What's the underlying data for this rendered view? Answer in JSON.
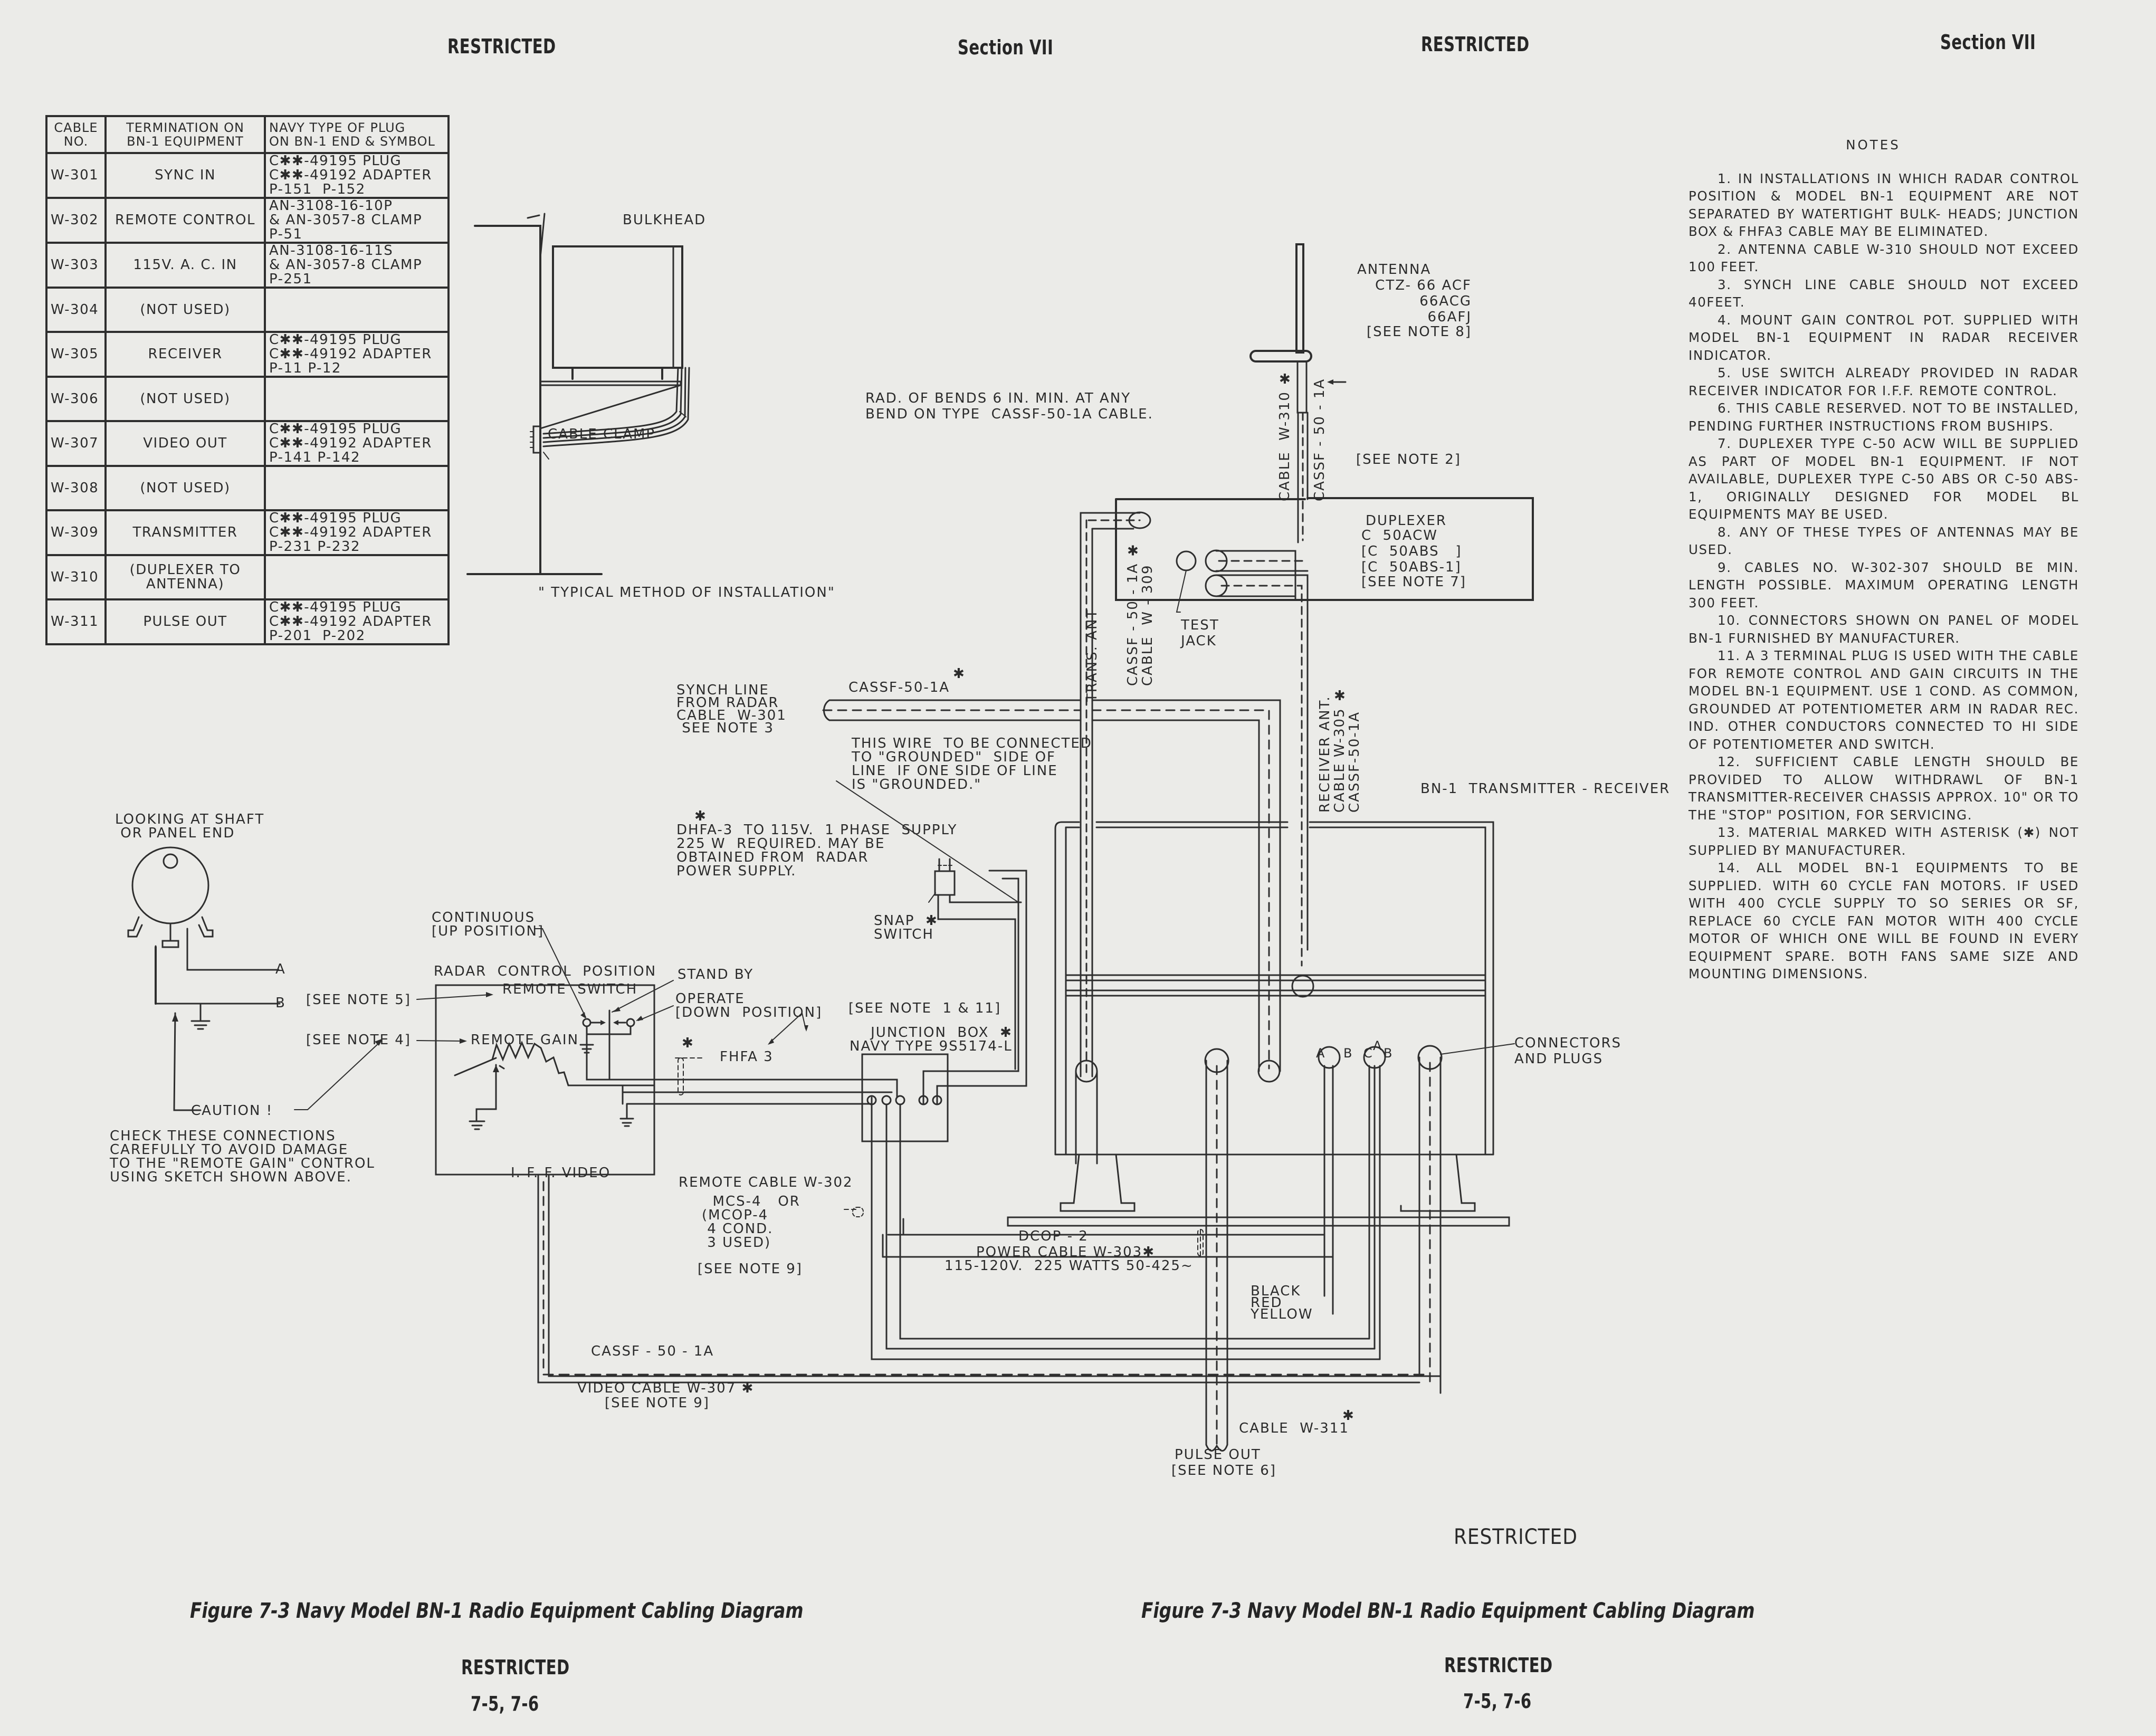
{
  "page_headers": {
    "left_classification": "RESTRICTED",
    "left_section": "Section VII",
    "right_classification": "RESTRICTED",
    "right_section": "Section VII"
  },
  "cable_table": {
    "headers": [
      "CABLE\nNO.",
      "TERMINATION ON\nBN-1 EQUIPMENT",
      "NAVY TYPE OF PLUG\nON BN-1 END & SYMBOL"
    ],
    "rows": [
      {
        "cable": "W-301",
        "termination": "SYNC IN",
        "plug": "C✱✱-49195 PLUG\nC✱✱-49192 ADAPTER\nP-151  P-152"
      },
      {
        "cable": "W-302",
        "termination": "REMOTE CONTROL",
        "plug": "AN-3108-16-10P\n& AN-3057-8 CLAMP\nP-51"
      },
      {
        "cable": "W-303",
        "termination": "115V. A. C. IN",
        "plug": "AN-3108-16-11S\n& AN-3057-8 CLAMP\nP-251"
      },
      {
        "cable": "W-304",
        "termination": "(NOT USED)",
        "plug": ""
      },
      {
        "cable": "W-305",
        "termination": "RECEIVER",
        "plug": "C✱✱-49195 PLUG\nC✱✱-49192 ADAPTER\nP-11 P-12"
      },
      {
        "cable": "W-306",
        "termination": "(NOT USED)",
        "plug": ""
      },
      {
        "cable": "W-307",
        "termination": "VIDEO OUT",
        "plug": "C✱✱-49195 PLUG\nC✱✱-49192 ADAPTER\nP-141 P-142"
      },
      {
        "cable": "W-308",
        "termination": "(NOT USED)",
        "plug": ""
      },
      {
        "cable": "W-309",
        "termination": "TRANSMITTER",
        "plug": "C✱✱-49195 PLUG\nC✱✱-49192 ADAPTER\nP-231 P-232"
      },
      {
        "cable": "W-310",
        "termination": "(DUPLEXER TO\nANTENNA)",
        "plug": ""
      },
      {
        "cable": "W-311",
        "termination": "PULSE OUT",
        "plug": "C✱✱-49195 PLUG\nC✱✱-49192 ADAPTER\nP-201  P-202"
      }
    ]
  },
  "installation_sketch": {
    "bulkhead": "BULKHEAD",
    "bend_note": "RAD. OF BENDS 6 IN. MIN. AT ANY\nBEND ON TYPE  CASSF-50-1A CABLE.",
    "cable_clamp": "CABLE CLAMP",
    "caption": "\" TYPICAL METHOD OF INSTALLATION\""
  },
  "antenna": {
    "title": "ANTENNA",
    "types": "CTZ- 66 ACF\n66ACG\n66AFJ",
    "note_ref": "[SEE NOTE 8]",
    "cable_left": "CABLE  W-310 ✱",
    "cable_right": "CASSF - 50 - 1A",
    "note2_ref": "[SEE NOTE 2]"
  },
  "duplexer": {
    "title": "DUPLEXER",
    "types": "C  50ACW\n[C  50ABS   ]\n[C  50ABS-1]",
    "note_ref": "[SEE NOTE 7]",
    "test_jack": "TEST\nJACK"
  },
  "trans_ant": {
    "label": "TRANS. ANT",
    "cable_a": "CASSF - 50 - 1A ✱",
    "cable_b": "CABLE  W - 309"
  },
  "receiver_ant": {
    "line1": "RECEIVER ANT.",
    "line2": "CABLE W-305 ✱",
    "line3": "CASSF-50-1A"
  },
  "transmitter_receiver": "BN-1  TRANSMITTER - RECEIVER",
  "connectors_label": "CONNECTORS\nAND PLUGS",
  "connector_pins": {
    "left": [
      "A",
      "B"
    ],
    "right": [
      "C",
      "A",
      "B"
    ]
  },
  "synch_line": {
    "label": "SYNCH LINE\nFROM RADAR\nCABLE  W-301\n SEE NOTE 3",
    "cable": "CASSF-50-1A",
    "asterisk": "✱"
  },
  "grounded_note": "THIS WIRE  TO BE CONNECTED\nTO \"GROUNDED\"  SIDE OF\nLINE  IF ONE SIDE OF LINE\nIS \"GROUNDED.\"",
  "power_supply_note": "DHFA-3  TO 115V.  1 PHASE  SUPPLY\n225 W  REQUIRED. MAY BE\nOBTAINED FROM  RADAR\nPOWER SUPPLY.",
  "snap_switch": "SNAP  ✱\nSWITCH",
  "potentiometer": {
    "title": "LOOKING AT SHAFT\n OR PANEL END",
    "terminal_a": "A",
    "terminal_b": "B",
    "caution": "CAUTION !",
    "caution_text": "CHECK THESE CONNECTIONS\nCAREFULLY TO AVOID DAMAGE\nTO THE \"REMOTE GAIN\" CONTROL\nUSING SKETCH SHOWN ABOVE."
  },
  "radar_control": {
    "title": "RADAR  CONTROL  POSITION",
    "remote_switch": "REMOTE  SWITCH",
    "remote_gain": "REMOTE GAIN",
    "iff_video": "I. F. F. VIDEO",
    "continuous": "CONTINUOUS\n[UP POSITION]",
    "stand_by": "STAND BY",
    "operate": "OPERATE\n[DOWN  POSITION]",
    "see_note5": "[SEE NOTE 5]",
    "see_note4": "[SEE NOTE 4]"
  },
  "junction_box": {
    "see_note": "[SEE NOTE  1 & 11]",
    "label": "JUNCTION  BOX  ✱\nNAVY TYPE 9S5174-L",
    "fhfa": "FHFA 3",
    "asterisk": "✱"
  },
  "remote_cable": {
    "title": "REMOTE CABLE W-302",
    "options": "  MCS-4   OR\n(MCOP-4\n 4 COND.\n 3 USED)",
    "note_ref": "[SEE NOTE 9]"
  },
  "power_cable": {
    "type": "DCOP - 2",
    "label": "POWER CABLE W-303✱",
    "spec": "115-120V.  225 WATTS 50-425~"
  },
  "wire_colors": [
    "BLACK",
    "RED",
    "YELLOW"
  ],
  "video_cable": {
    "type": "CASSF - 50 - 1A",
    "label": "VIDEO CABLE W-307 ✱",
    "note_ref": "[SEE NOTE 9]"
  },
  "pulse_out": {
    "cable": "CABLE  W-311",
    "asterisk": "✱",
    "label": "PULSE OUT",
    "note_ref": "[SEE NOTE 6]"
  },
  "notes": {
    "title": "NOTES",
    "items": [
      "1. IN INSTALLATIONS IN WHICH RADAR CONTROL POSITION & MODEL BN-1 EQUIPMENT ARE NOT SEPARATED BY WATERTIGHT BULK- HEADS; JUNCTION BOX & FHFA3 CABLE MAY BE ELIMINATED.",
      "2. ANTENNA CABLE W-310 SHOULD NOT EXCEED 100 FEET.",
      "3. SYNCH LINE CABLE SHOULD NOT EXCEED 40FEET.",
      "4. MOUNT GAIN CONTROL POT. SUPPLIED WITH MODEL BN-1 EQUIPMENT IN RADAR RECEIVER INDICATOR.",
      "5. USE SWITCH ALREADY PROVIDED IN RADAR RECEIVER INDICATOR FOR I.F.F. REMOTE CONTROL.",
      "6. THIS CABLE RESERVED. NOT TO BE INSTALLED, PENDING FURTHER INSTRUCTIONS FROM BUSHIPS.",
      "7. DUPLEXER TYPE C-50 ACW WILL BE SUPPLIED AS PART OF MODEL BN-1 EQUIPMENT. IF NOT AVAILABLE, DUPLEXER TYPE C-50 ABS OR C-50 ABS-1, ORIGINALLY DESIGNED FOR MODEL BL EQUIPMENTS MAY BE USED.",
      "8. ANY OF THESE TYPES OF ANTENNAS MAY BE USED.",
      "9. CABLES NO. W-302-307 SHOULD BE MIN. LENGTH POSSIBLE. MAXIMUM OPERATING LENGTH 300 FEET.",
      "10. CONNECTORS SHOWN ON PANEL OF MODEL BN-1 FURNISHED BY MANUFACTURER.",
      "11. A 3 TERMINAL PLUG IS USED WITH THE CABLE FOR REMOTE CONTROL AND GAIN CIRCUITS IN THE MODEL BN-1 EQUIPMENT. USE 1 COND. AS COMMON, GROUNDED AT POTENTIOMETER ARM IN RADAR REC. IND. OTHER CONDUCTORS CONNECTED TO HI SIDE OF POTENTIOMETER AND SWITCH.",
      "12. SUFFICIENT CABLE LENGTH SHOULD BE PROVIDED TO ALLOW WITHDRAWL OF BN-1 TRANSMITTER-RECEIVER CHASSIS APPROX. 10\" OR TO THE \"STOP\" POSITION, FOR SERVICING.",
      "13. MATERIAL MARKED WITH ASTERISK (✱) NOT SUPPLIED BY MANUFACTURER.",
      "14. ALL MODEL BN-1 EQUIPMENTS TO BE SUPPLIED. WITH 60 CYCLE FAN MOTORS. IF USED WITH 400 CYCLE SUPPLY TO SO SERIES OR SF, REPLACE 60 CYCLE FAN MOTOR WITH 400 CYCLE MOTOR OF WHICH ONE WILL BE FOUND IN EVERY EQUIPMENT SPARE. BOTH FANS SAME SIZE AND MOUNTING DIMENSIONS."
    ]
  },
  "right_restricted": "RESTRICTED",
  "footer": {
    "left_caption": "Figure 7-3 Navy Model BN-1 Radio Equipment Cabling Diagram",
    "left_classification": "RESTRICTED",
    "left_pages": "7-5, 7-6",
    "right_caption": "Figure 7-3 Navy Model BN-1 Radio Equipment Cabling Diagram",
    "right_classification": "RESTRICTED",
    "right_pages": "7-5, 7-6"
  }
}
